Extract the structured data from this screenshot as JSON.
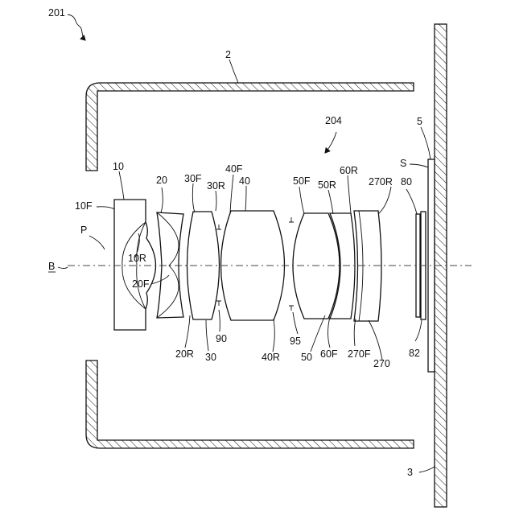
{
  "figure_label": "201",
  "labels": {
    "housing_top": "2",
    "base": "3",
    "optical_system": "204",
    "sensor_board": "5",
    "sensor_surface": "S",
    "axis": "B",
    "stop": "P",
    "lens_10": "10",
    "lens_10F": "10F",
    "lens_10R": "10R",
    "lens_20": "20",
    "lens_20F": "20F",
    "lens_20R": "20R",
    "lens_30": "30",
    "lens_30F": "30F",
    "lens_30R": "30R",
    "lens_40": "40",
    "lens_40F": "40F",
    "lens_40R": "40R",
    "lens_50": "50",
    "lens_50F": "50F",
    "lens_50R": "50R",
    "lens_60F": "60F",
    "lens_60R": "60R",
    "lens_270": "270",
    "lens_270F": "270F",
    "lens_270R": "270R",
    "filter_80": "80",
    "filter_82": "82",
    "spacer_90": "90",
    "spacer_95": "95"
  }
}
